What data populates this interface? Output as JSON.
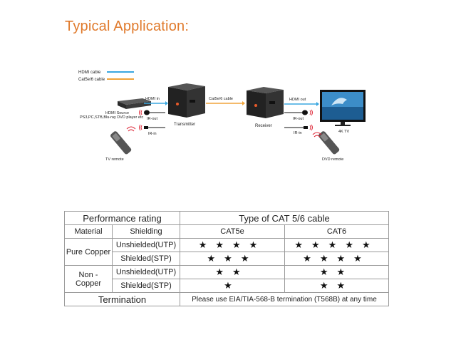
{
  "title": "Typical Application:",
  "legend": {
    "hdmi": "HDMI cable",
    "cat": "Cat5e/6 cable",
    "hdmi_color": "#3aa7e0",
    "cat_color": "#f0a43a"
  },
  "labels": {
    "hdmi_in": "HDMI in",
    "cat_cable": "Cat5e/6 cable",
    "hdmi_out": "HDMI out",
    "source_1": "HDMI Source",
    "source_2": "PS3,PC,STB,Blu-ray DVD player etc",
    "ir_out_left": "IR-out",
    "ir_in_left": "IR-in",
    "transmitter": "Transmitter",
    "receiver": "Receiver",
    "ir_out_right": "IR-out",
    "ir_in_right": "IR-in",
    "tv": "4K TV",
    "tv_remote": "TV remote",
    "dvd_remote": "DVD remote"
  },
  "table": {
    "header_left": "Performance rating",
    "header_right": "Type of CAT 5/6 cable",
    "col_material": "Material",
    "col_shielding": "Shielding",
    "col_cat5e": "CAT5e",
    "col_cat6": "CAT6",
    "rows": [
      {
        "material": "Pure Copper",
        "shielding": "Unshielded(UTP)",
        "cat5e": 4,
        "cat6": 5
      },
      {
        "material": "",
        "shielding": "Shielded(STP)",
        "cat5e": 3,
        "cat6": 4
      },
      {
        "material": "Non - Copper",
        "shielding": "Unshielded(UTP)",
        "cat5e": 2,
        "cat6": 2
      },
      {
        "material": "",
        "shielding": "Shielded(STP)",
        "cat5e": 1,
        "cat6": 2
      }
    ],
    "termination_label": "Termination",
    "termination_value": "Please use EIA/TIA-568-B termination (T568B) at any time"
  }
}
